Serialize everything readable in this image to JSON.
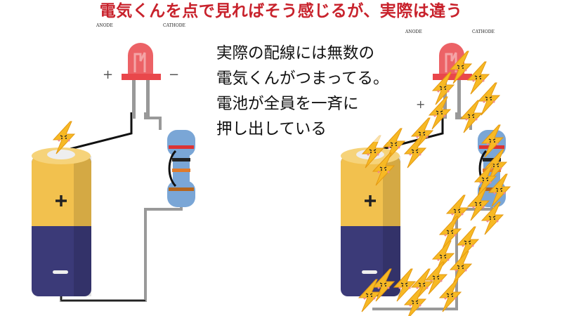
{
  "title": "電気くんを点で見ればそう感じるが、実際は違う",
  "left_circuit": {
    "anode_label": "ANODE",
    "cathode_label": "CATHODE",
    "plus_sign": "+",
    "minus_sign": "−"
  },
  "right_circuit": {
    "anode_label": "ANODE",
    "cathode_label": "CATHODE",
    "plus_sign": "+"
  },
  "note_lines": [
    "実際の配線には無数の",
    "電気くんがつまってる。",
    "電池が全員を一斉に",
    "押し出している"
  ],
  "colors": {
    "title": "#c8222c",
    "battery_top": "#f2c14e",
    "battery_body": "#3b3a78",
    "led": "#e9474b",
    "bolt": "#f7b924"
  }
}
